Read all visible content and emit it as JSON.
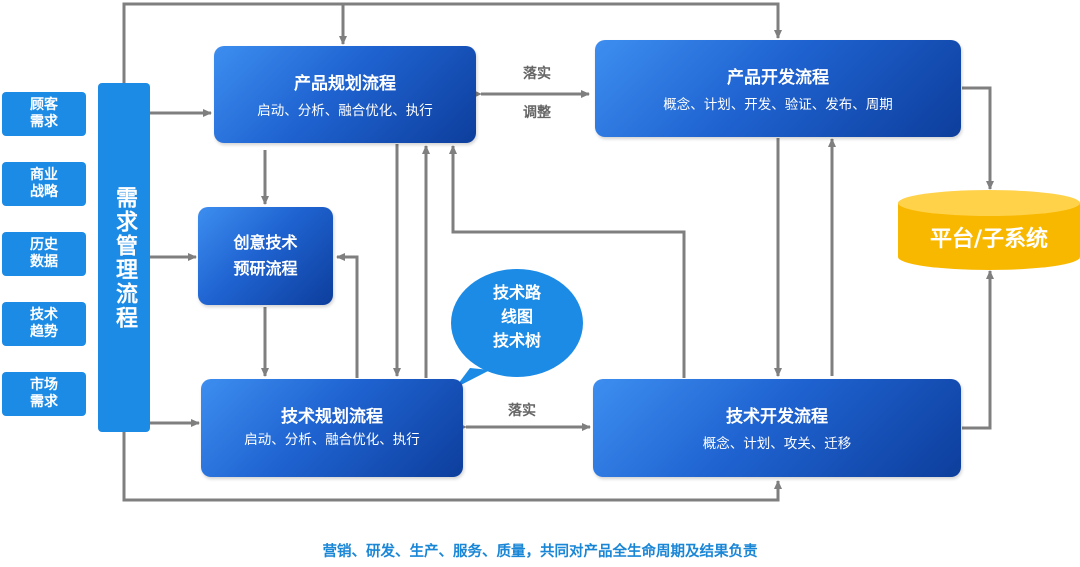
{
  "sidebar": {
    "inputs": [
      "顾客\n需求",
      "商业\n战略",
      "历史\n数据",
      "技术\n趋势",
      "市场\n需求"
    ],
    "management": "需求管理流程"
  },
  "nodes": {
    "product_planning": {
      "title": "产品规划流程",
      "steps": "启动、分析、融合优化、执行"
    },
    "product_dev": {
      "title": "产品开发流程",
      "steps": "概念、计划、开发、验证、发布、周期"
    },
    "creative_tech": {
      "title": "创意技术",
      "subtitle": "预研流程"
    },
    "tech_planning": {
      "title": "技术规划流程",
      "steps": "启动、分析、融合优化、执行"
    },
    "tech_dev": {
      "title": "技术开发流程",
      "steps": "概念、计划、攻关、迁移"
    },
    "bubble": "技术路\n线图\n技术树",
    "platform": "平台/子系统"
  },
  "edge_labels": {
    "implement_top": "落实",
    "adjust": "调整",
    "implement_bottom": "落实"
  },
  "footer": "营销、研发、生产、服务、质量，共同对产品全生命周期及结果负责",
  "colors": {
    "box_dark": "#0d3e9c",
    "box_light": "#3d8ef0",
    "side": "#1c8be6",
    "platform": "#f9b800",
    "arrow": "#7f7f7f",
    "footer": "#1a86d6"
  }
}
